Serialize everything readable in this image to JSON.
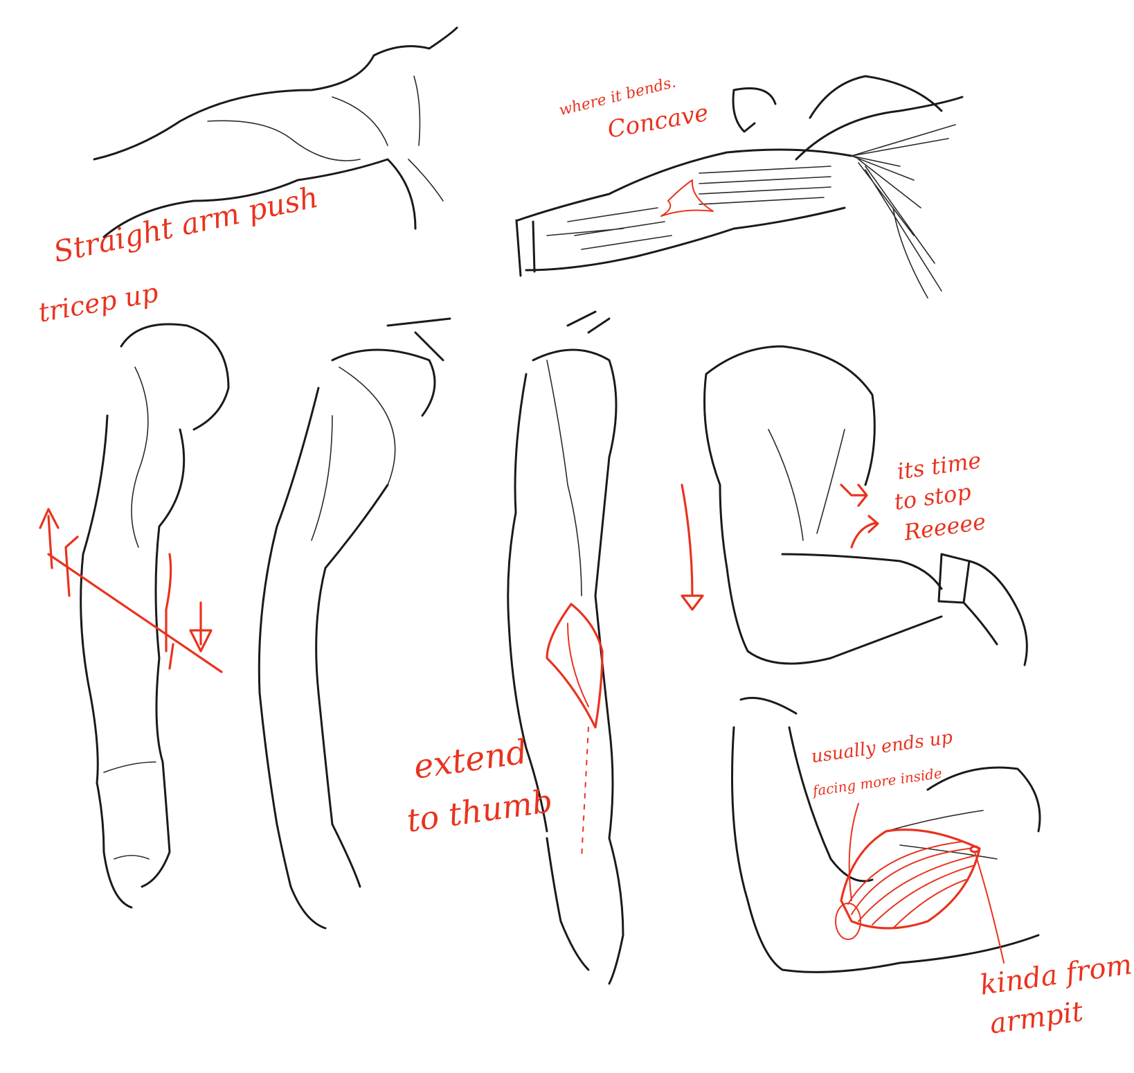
{
  "annotations": {
    "straight_arm_push": "Straight arm push",
    "tricep_up": "tricep up",
    "where_it_bends": "where it bends.",
    "concave": "Concave",
    "its_time": "its time",
    "to_stop": "to stop",
    "reeeee": "Reeeee",
    "extend": "extend",
    "to_thumb": "to thumb",
    "usually_ends_up": "usually ends up",
    "facing_more_inside": "facing more inside",
    "kinda_from": "kinda from",
    "armpit": "armpit"
  },
  "colors": {
    "background": "#ffffff",
    "annotation_red": "#e8331e",
    "pencil": "#1a1a1a"
  }
}
